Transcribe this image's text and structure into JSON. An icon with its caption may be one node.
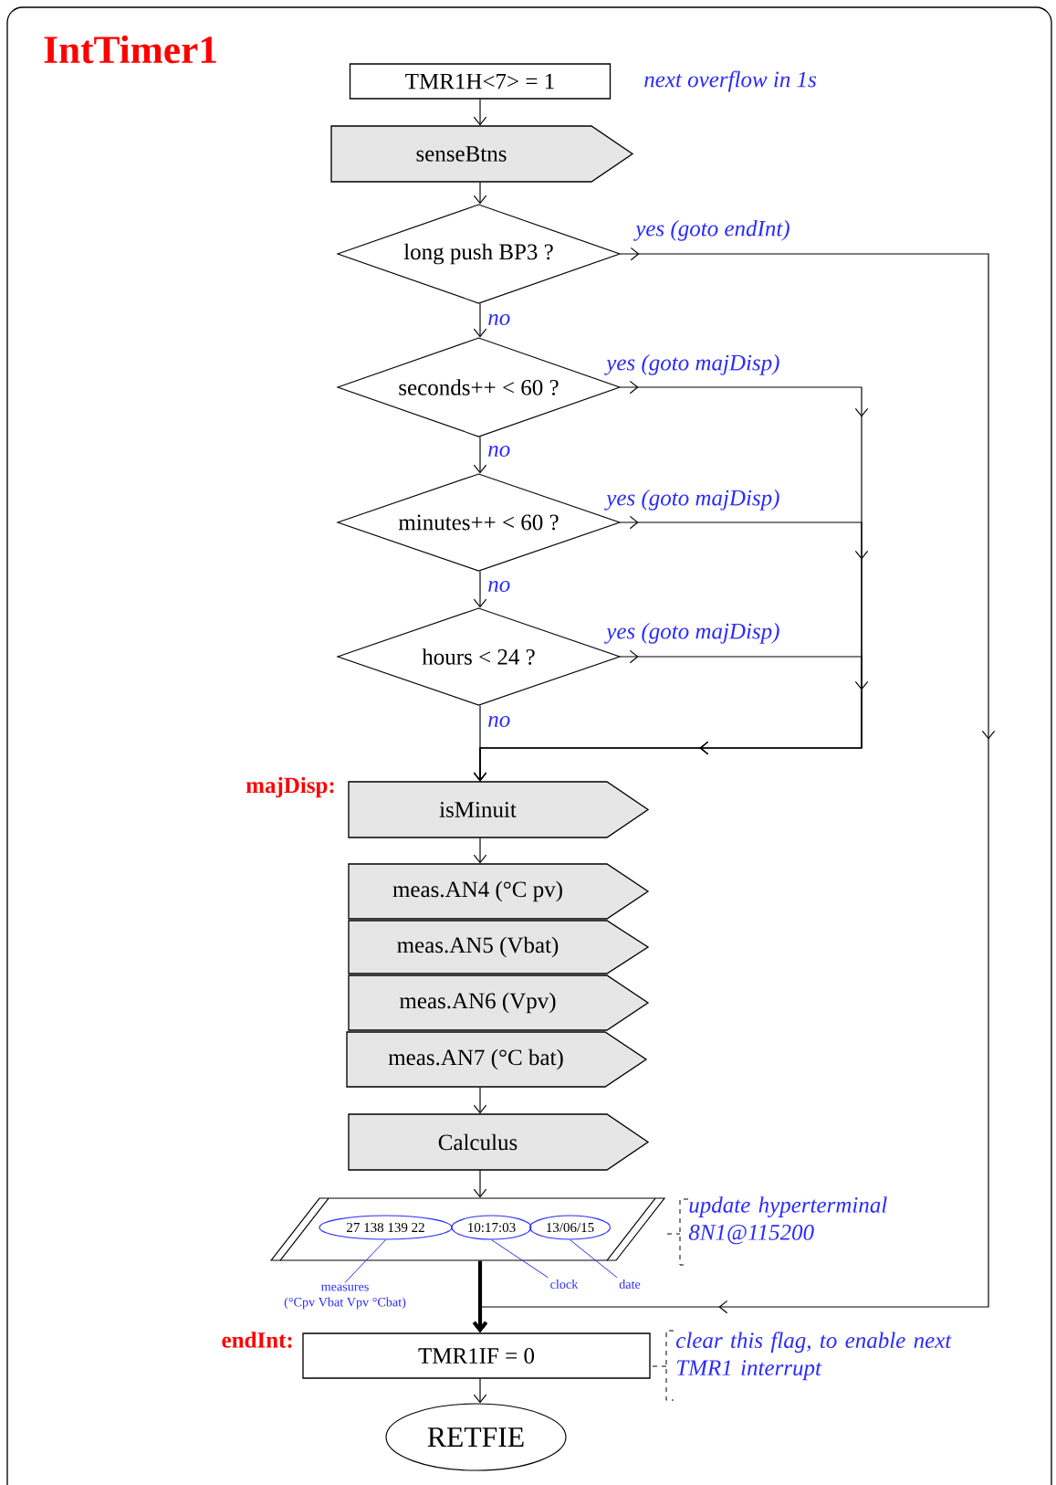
{
  "diagram": {
    "title": "IntTimer1",
    "nodes": [
      {
        "text": [
          "TMR1H<7> = 1"
        ],
        "beside": [
          "next overflow in 1s"
        ]
      },
      {
        "text": [
          "senseBtns"
        ]
      },
      {
        "text": [
          "long push BP3 ?"
        ]
      },
      {
        "text": [
          "seconds++ < 60 ?"
        ]
      },
      {
        "text": [
          "minutes++ < 60 ?"
        ]
      },
      {
        "text": [
          "hours < 24 ?"
        ]
      },
      {
        "text": [
          "isMinuit"
        ],
        "beside": [
          "majDisp:"
        ]
      },
      {
        "text": [
          "meas.AN4  (°C pv)"
        ]
      },
      {
        "text": [
          "meas.AN5  (Vbat)"
        ]
      },
      {
        "text": [
          "meas.AN6  (Vpv)"
        ]
      },
      {
        "text": [
          "meas.AN7  (°C bat)"
        ]
      },
      {
        "text": [
          "Calculus"
        ]
      },
      {
        "text": [],
        "shape": "parallelogram",
        "beside": [
          "update hyperterminal 8N1@115200"
        ]
      },
      {
        "text": [
          "27 138  139  22"
        ],
        "in": 12
      },
      {
        "text": [
          "10:17:03"
        ],
        "in": 12
      },
      {
        "text": [
          "13/06/15"
        ],
        "in": 12
      },
      {
        "text": [
          "measures",
          "(°Cpv Vbat Vpv °Cbat)"
        ]
      },
      {
        "text": [
          "clock"
        ]
      },
      {
        "text": [
          "date"
        ]
      },
      {
        "text": [
          "TMR1IF = 0"
        ],
        "beside": [
          "endInt:",
          "clear this flag, to enable next TMR1 interrupt"
        ]
      },
      {
        "text": [
          "RETFIE"
        ]
      }
    ],
    "edges": [
      {
        "from": 0,
        "to": 1,
        "arrow": "to"
      },
      {
        "from": 1,
        "to": 2,
        "arrow": "to"
      },
      {
        "from": 2,
        "to": 3,
        "arrow": "to",
        "label": "no"
      },
      {
        "from": 2,
        "to": 19,
        "arrow": "to",
        "label": "yes  (goto endInt)"
      },
      {
        "from": 3,
        "to": 4,
        "arrow": "to",
        "label": "no"
      },
      {
        "from": 3,
        "to": 6,
        "arrow": "to",
        "label": "yes  (goto majDisp)"
      },
      {
        "from": 4,
        "to": 5,
        "arrow": "to",
        "label": "no"
      },
      {
        "from": 4,
        "to": 6,
        "arrow": "to",
        "label": "yes  (goto majDisp)"
      },
      {
        "from": 5,
        "to": 6,
        "arrow": "to",
        "label": "no"
      },
      {
        "from": 5,
        "to": 6,
        "arrow": "to",
        "label": "yes  (goto majDisp)"
      },
      {
        "from": 6,
        "to": 7,
        "arrow": "to"
      },
      {
        "from": 10,
        "to": 11,
        "arrow": "to"
      },
      {
        "from": 11,
        "to": 12,
        "arrow": "to"
      },
      {
        "from": 12,
        "to": 19,
        "arrow": "to",
        "style": "thick"
      },
      {
        "from": 19,
        "to": 20,
        "arrow": "to"
      },
      {
        "from": 16,
        "to": 13,
        "arrow": "none",
        "color": "#2a2aff"
      },
      {
        "from": 17,
        "to": 14,
        "arrow": "none",
        "color": "#2a2aff"
      },
      {
        "from": 18,
        "to": 15,
        "arrow": "none",
        "color": "#2a2aff"
      }
    ]
  }
}
